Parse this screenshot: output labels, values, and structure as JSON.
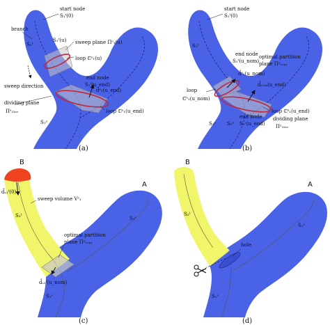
{
  "panels": [
    {
      "caption": "(a)",
      "labels": {
        "start_node": "start node",
        "start_node_sym": "S₁ᵗ(0)",
        "branch": "branch",
        "s1_top": "S₁ᵗ",
        "su": "S₁ᵗ(u)",
        "sweep_plane": "sweep plane Πˢ₁(u)",
        "loop_u": "loop ℂˢ₁(u)",
        "sweep_direction": "sweep direction",
        "end_node": "end node",
        "end_node_sym": "S₁ᵗ(u_end)",
        "d_end": "d̂ˢ₁(u_end)",
        "dividing_plane": "dividing plane",
        "dividing_plane_sym": "Πˢ₁ₕᵢᵥ",
        "loop_end": "loop ℂˢ₁(u_end)",
        "s1_bottom": "S₁ˢ"
      }
    },
    {
      "caption": "(b)",
      "labels": {
        "start_node": "start node",
        "start_node_sym": "S₁ᵗ(0)",
        "s1_top": "S₁ᵗ",
        "end_node": "end node",
        "end_node_sym": "S₁ᵗ(u_nom)",
        "optimal_partition": "optimal partition",
        "plane_sym": "plane Πˢ₁ₒₚₜ",
        "d_nom": "d̂ˢ₁(u_nom)",
        "d_pta": "d̂ₛ₁ₜₐ(u_end)",
        "loop": "loop",
        "loop_sym": "ℂˢ₁(u_nom)",
        "end_node2": "end node",
        "end_node2_sym": "S₁ˢ(u_end)",
        "loop_end": "loop ℂˢ₁(u_end)",
        "dividing_plane": "dividing plane",
        "dividing_plane_sym": "Πˢ₁ₕᵢᵥ",
        "s1_bottom": "S₁ˢ",
        "s2": "S₂ˢ"
      }
    },
    {
      "caption": "(c)",
      "labels": {
        "B": "B",
        "A": "A",
        "d0": "d̂ₛ₁ᵗ(0)",
        "sweep_volume": "sweep volume Vˢ₁",
        "s3": "S₃ᵗ",
        "optimal_partition": "optimal partition",
        "plane_sym": "plane Πˢ₁ₒₚₜ",
        "d_nom": "d̂ₛ₁ᵗ(u_nom)",
        "s2": "S₂ˢ",
        "s1": "S₁ˢ"
      }
    },
    {
      "caption": "(d)",
      "labels": {
        "B": "B",
        "A": "A",
        "s3": "S₃ᵗ",
        "hole": "hole",
        "s2": "S₂ˢ",
        "s1": "S₁ˢ"
      }
    }
  ],
  "colors": {
    "shape_blue": "#4a62e6",
    "sweep_yellow": "#f0f56a",
    "cap_red": "#f0431f",
    "plane_gray": "#c8c8c8",
    "loop_red": "#c0283c"
  }
}
